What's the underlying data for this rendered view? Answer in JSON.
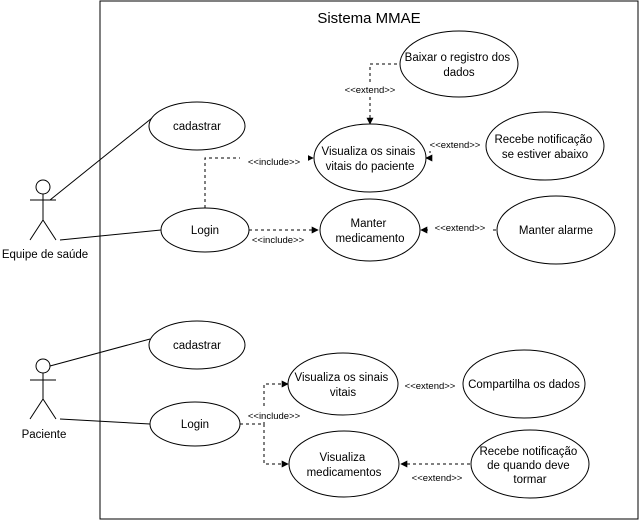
{
  "system": {
    "title": "Sistema MMAE"
  },
  "actors": [
    {
      "id": "a1",
      "label": "Equipe de saúde"
    },
    {
      "id": "a2",
      "label": "Paciente"
    }
  ],
  "usecases": [
    {
      "id": "u1",
      "lines": [
        "Baixar o registro dos",
        "dados"
      ]
    },
    {
      "id": "u2",
      "lines": [
        "cadastrar"
      ]
    },
    {
      "id": "u3",
      "lines": [
        "Visualiza os sinais",
        "vitais do paciente"
      ]
    },
    {
      "id": "u4",
      "lines": [
        "Recebe notificação",
        "se estiver abaixo"
      ]
    },
    {
      "id": "u5",
      "lines": [
        "Login"
      ]
    },
    {
      "id": "u6",
      "lines": [
        "Manter",
        "medicamento"
      ]
    },
    {
      "id": "u7",
      "lines": [
        "Manter alarme"
      ]
    },
    {
      "id": "u8",
      "lines": [
        "cadastrar"
      ]
    },
    {
      "id": "u9",
      "lines": [
        "Visualiza os sinais",
        "vitais"
      ]
    },
    {
      "id": "u10",
      "lines": [
        "Compartilha os dados"
      ]
    },
    {
      "id": "u11",
      "lines": [
        "Login"
      ]
    },
    {
      "id": "u12",
      "lines": [
        "Visualiza",
        "medicamentos"
      ]
    },
    {
      "id": "u13",
      "lines": [
        "Recebe notificação",
        "de quando deve",
        "tormar"
      ]
    }
  ],
  "relations": [
    {
      "id": "r1",
      "label": "<<extend>>"
    },
    {
      "id": "r2",
      "label": "<<include>>"
    },
    {
      "id": "r3",
      "label": "<<extend>>"
    },
    {
      "id": "r4",
      "label": "<<include>>"
    },
    {
      "id": "r5",
      "label": "<<extend>>"
    },
    {
      "id": "r6",
      "label": "<<include>>"
    },
    {
      "id": "r7",
      "label": "<<extend>>"
    },
    {
      "id": "r8",
      "label": "<<extend>>"
    }
  ]
}
